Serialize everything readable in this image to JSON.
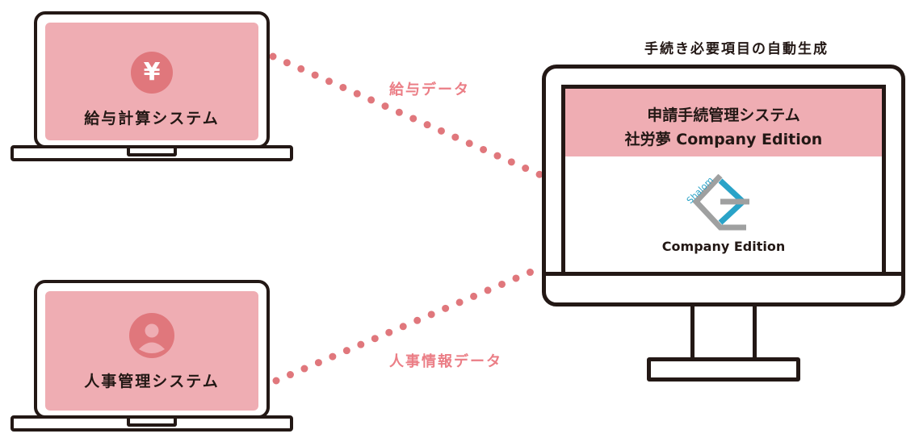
{
  "diagram": {
    "title": "手続き必要項目の自動生成",
    "payroll_system": {
      "label": "給与計算システム",
      "icon": "yen-icon",
      "icon_glyph": "¥"
    },
    "hr_system": {
      "label": "人事管理システム",
      "icon": "person-icon"
    },
    "flows": {
      "payroll_data": "給与データ",
      "hr_data": "人事情報データ"
    },
    "monitor": {
      "header_line1": "申請手続管理システム",
      "header_line2": "社労夢 Company Edition",
      "logo_text": "Shalom",
      "logo_caption": "Company Edition"
    },
    "colors": {
      "pink": "#efadb3",
      "dot": "#e0777c",
      "flow_text": "#eb7e86",
      "logo_gray": "#9fa0a0",
      "logo_blue": "#2aa3c8"
    }
  }
}
